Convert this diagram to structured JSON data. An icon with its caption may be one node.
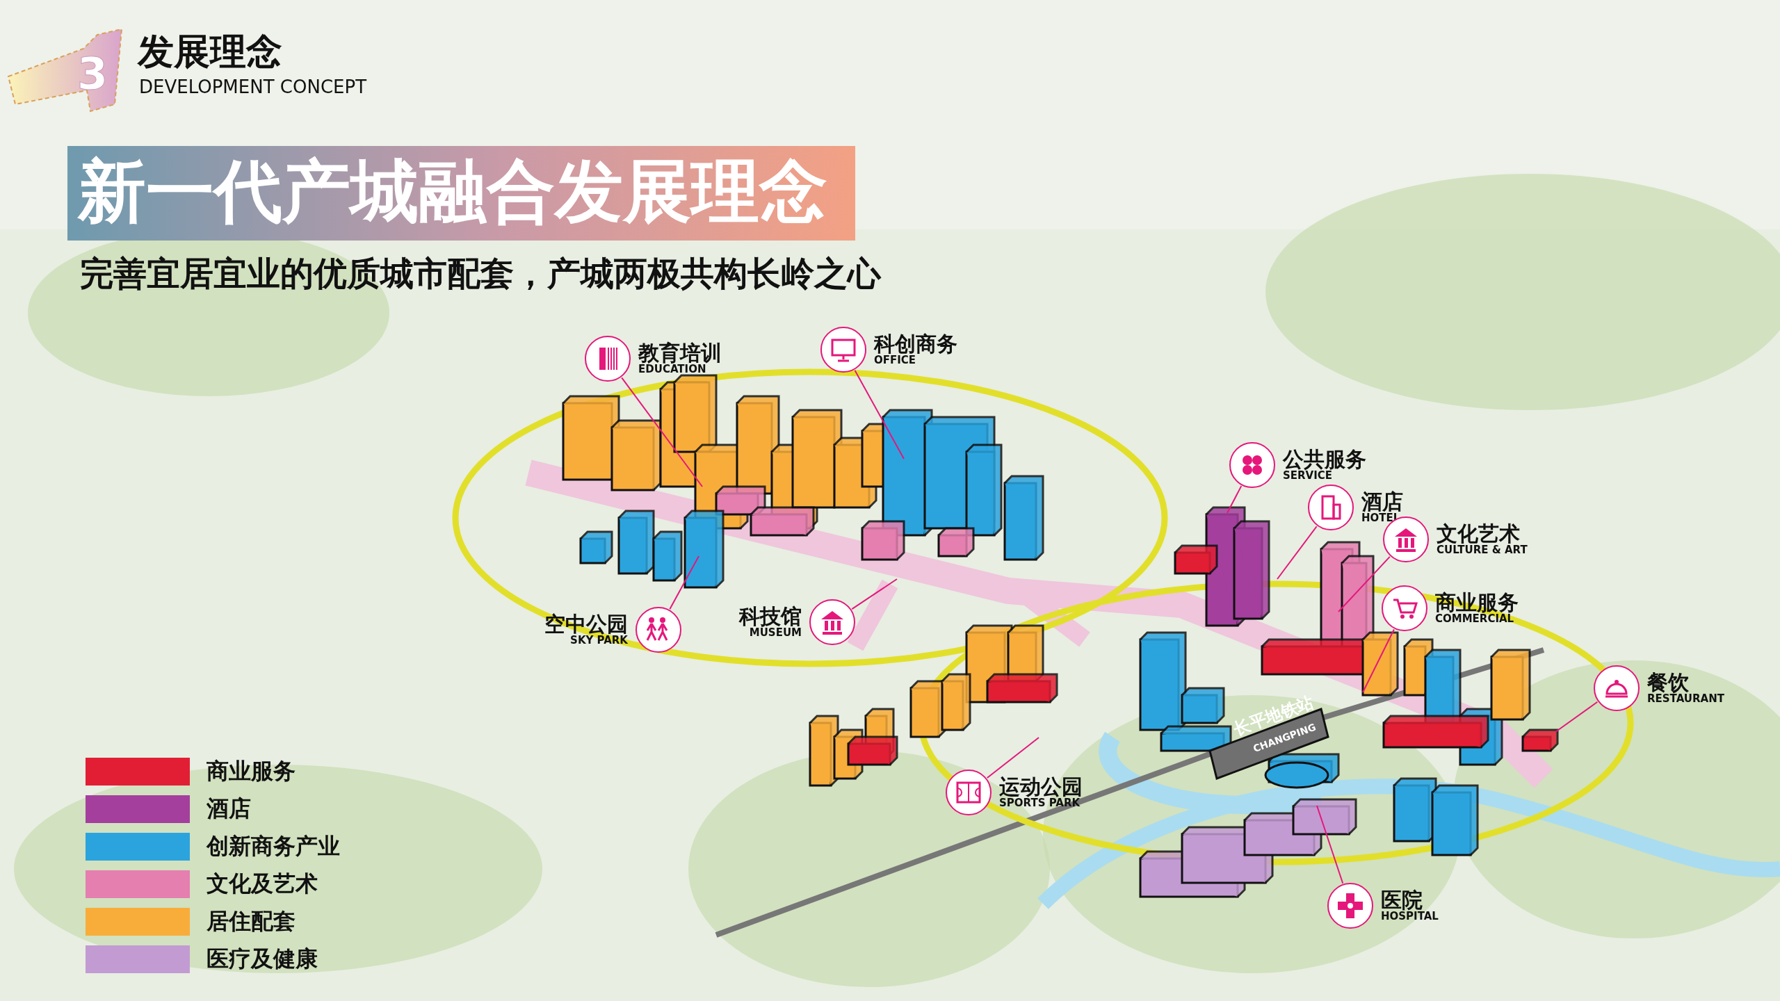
{
  "diagram": {
    "title": "新一代产城融合发展理念",
    "nodes": [
      {
        "text": [
          "教育培训",
          "EDUCATION"
        ]
      },
      {
        "text": [
          "科创商务",
          "OFFICE"
        ]
      },
      {
        "text": [
          "公共服务",
          "SERVICE"
        ]
      },
      {
        "text": [
          "酒店",
          "HOTEL"
        ]
      },
      {
        "text": [
          "文化艺术",
          "CULTURE & ART"
        ]
      },
      {
        "text": [
          "空中公园",
          "SKY PARK"
        ]
      },
      {
        "text": [
          "科技馆",
          "MUSEUM"
        ]
      },
      {
        "text": [
          "商业服务",
          "COMMERCIAL"
        ]
      },
      {
        "text": [
          "餐饮",
          "RESTAURANT"
        ]
      },
      {
        "text": [
          "运动公园",
          "SPORTS PARK"
        ]
      },
      {
        "text": [
          "医院",
          "HOSPITAL"
        ]
      }
    ],
    "edges": [
      {
        "from": 0,
        "to": null,
        "arrow": "none"
      },
      {
        "from": 1,
        "to": null,
        "arrow": "none"
      },
      {
        "from": 2,
        "to": null,
        "arrow": "none"
      },
      {
        "from": 3,
        "to": null,
        "arrow": "none"
      },
      {
        "from": 4,
        "to": null,
        "arrow": "none"
      },
      {
        "from": 5,
        "to": null,
        "arrow": "none"
      },
      {
        "from": 6,
        "to": null,
        "arrow": "none"
      },
      {
        "from": 7,
        "to": null,
        "arrow": "none"
      },
      {
        "from": 8,
        "to": null,
        "arrow": "none"
      },
      {
        "from": 9,
        "to": null,
        "arrow": "none"
      },
      {
        "from": 10,
        "to": null,
        "arrow": "none"
      }
    ],
    "labels": [
      "3",
      "发展理念",
      "DEVELOPMENT CONCEPT",
      "完善宜居宜业的优质城市配套，产城两极共构长岭之心",
      "长平地铁站",
      "CHANGPING"
    ],
    "legend": [
      {
        "text": "商业服务",
        "color": "#e21e34"
      },
      {
        "text": "酒店",
        "color": "#a43f9e"
      },
      {
        "text": "创新商务产业",
        "color": "#2ba4de"
      },
      {
        "text": "文化及艺术",
        "color": "#e57fb0"
      },
      {
        "text": "居住配套",
        "color": "#f8ad3a"
      },
      {
        "text": "医疗及健康",
        "color": "#c39bd3"
      }
    ]
  }
}
